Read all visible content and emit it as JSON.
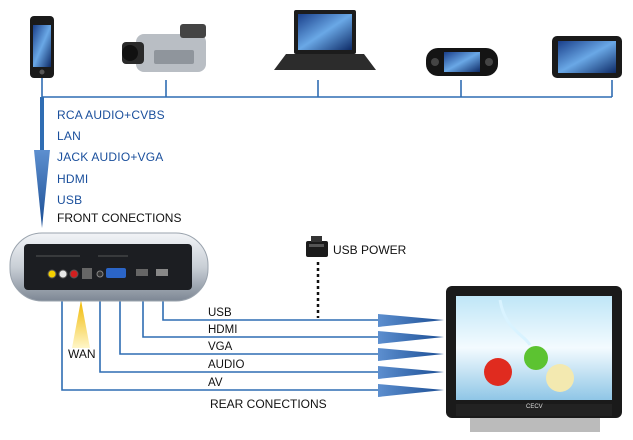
{
  "devices": [
    {
      "name": "phone-icon"
    },
    {
      "name": "camcorder-icon"
    },
    {
      "name": "laptop-icon"
    },
    {
      "name": "psp-icon"
    },
    {
      "name": "tablet-icon"
    }
  ],
  "front": {
    "labels": [
      "RCA AUDIO+CVBS",
      "LAN",
      "JACK AUDIO+VGA",
      "HDMI",
      "USB"
    ],
    "title": "FRONT CONECTIONS"
  },
  "usb_power": {
    "label": "USB POWER"
  },
  "wan": {
    "label": "WAN"
  },
  "rear": {
    "labels": [
      "USB",
      "HDMI",
      "VGA",
      "AUDIO",
      "AV"
    ],
    "title": "REAR CONECTIONS"
  },
  "tv": {
    "brand": "CECV"
  },
  "colors": {
    "line": "#2f6db3",
    "arrow": "#1f5aa3",
    "wan_arrow": "#f1c232",
    "label": "#1a4f9c"
  }
}
